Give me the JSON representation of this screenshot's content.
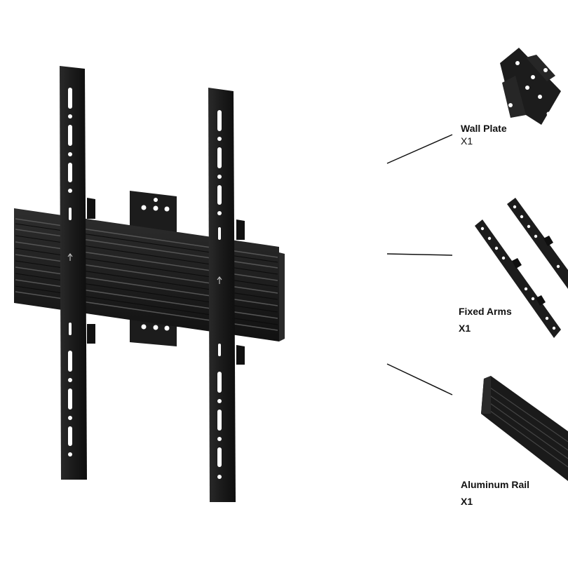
{
  "parts": [
    {
      "id": "wall-plate",
      "name": "Wall Plate",
      "qty": "X1"
    },
    {
      "id": "fixed-arms",
      "name": "Fixed Arms",
      "qty": "X1"
    },
    {
      "id": "aluminum-rail",
      "name": "Aluminum Rail",
      "qty": "X1"
    }
  ],
  "colors": {
    "background": "#ffffff",
    "part": "#1c1c1c",
    "part_highlight": "#3a3a3a",
    "leader_line": "#111111",
    "text": "#111111"
  }
}
